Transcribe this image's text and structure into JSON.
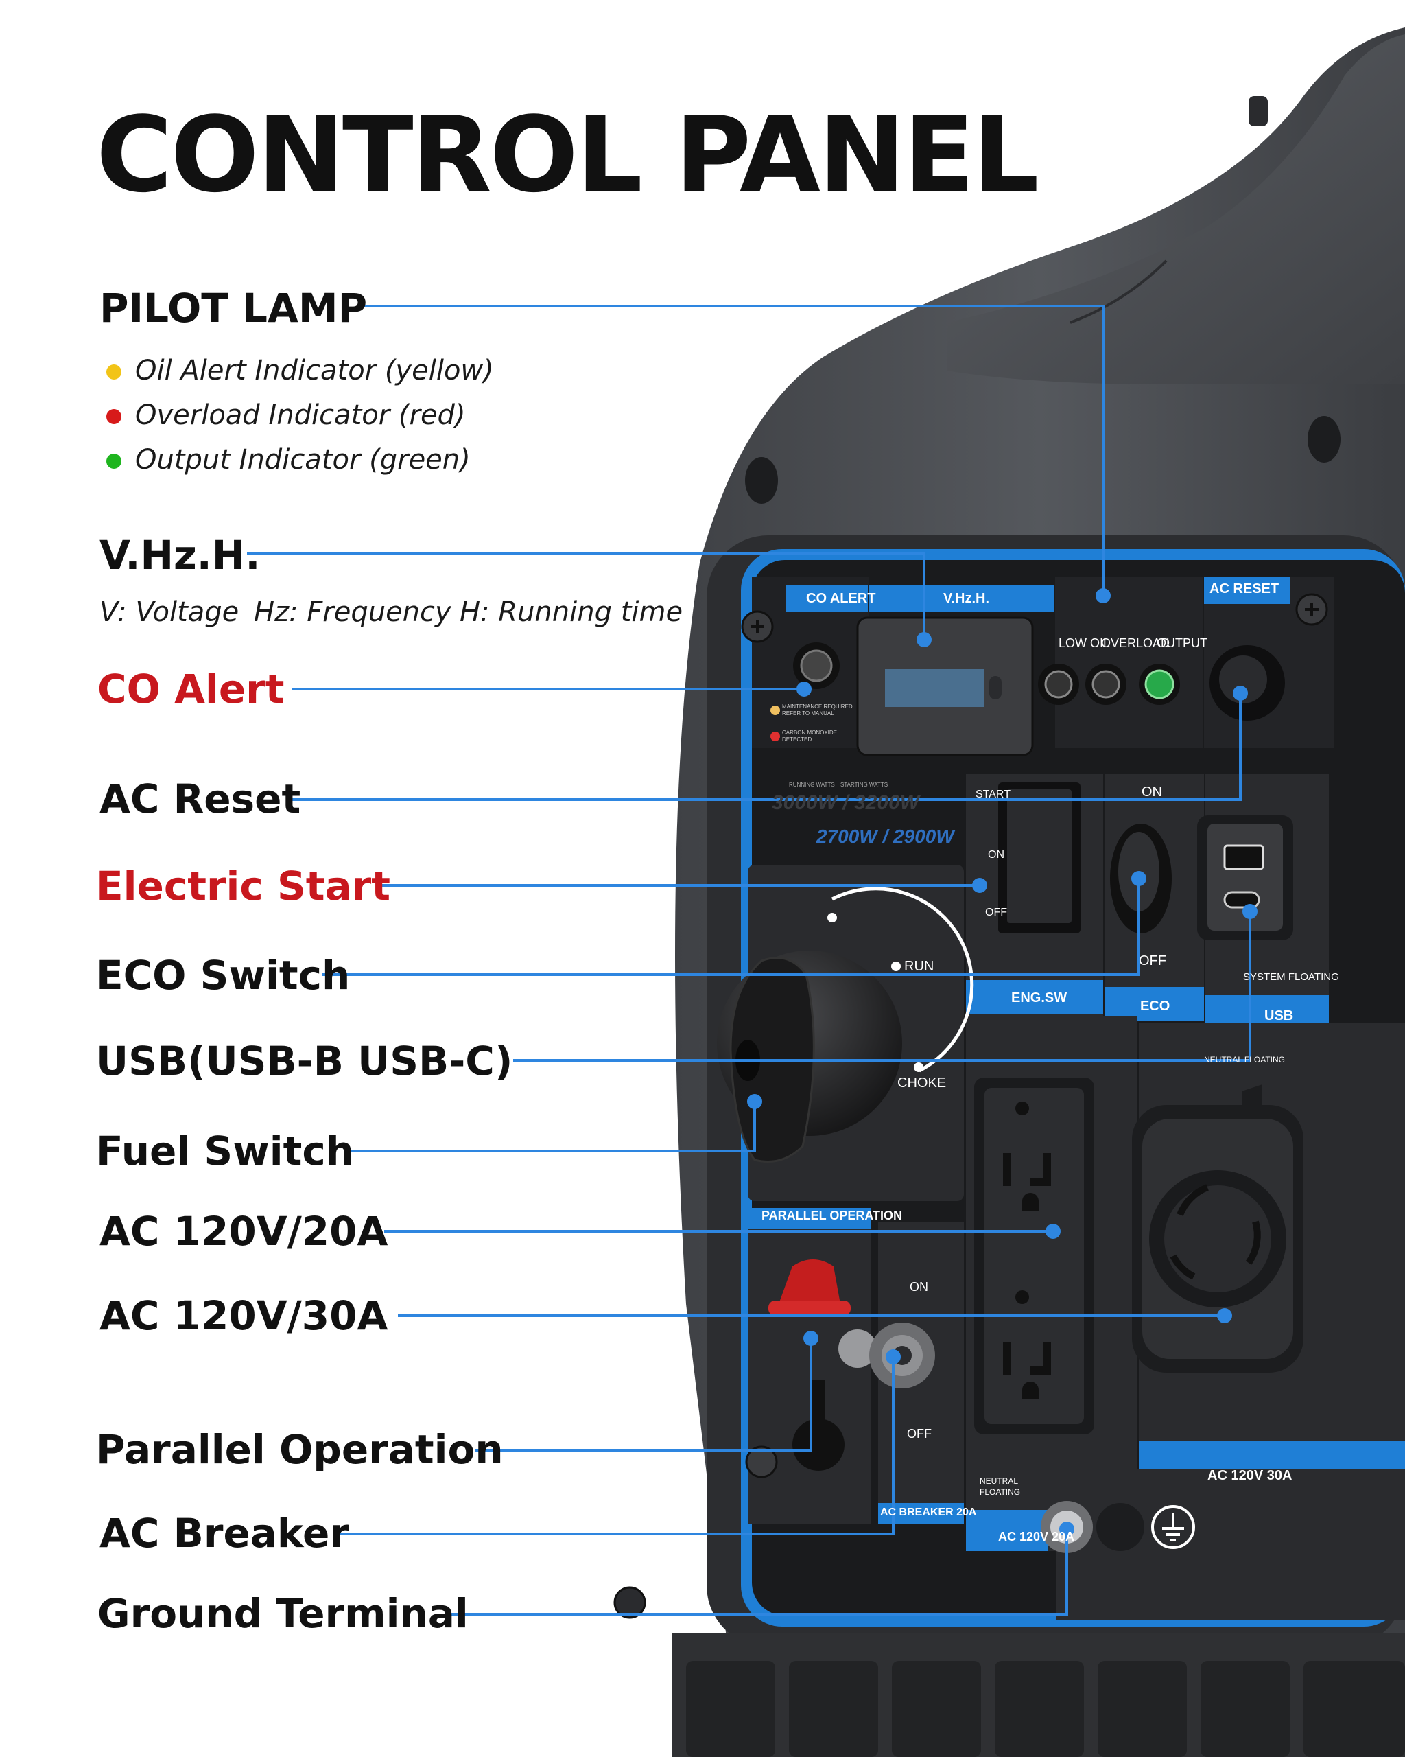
{
  "title": "CONTROL PANEL",
  "colors": {
    "leader": "#2e86e0",
    "accent_red": "#c8181e",
    "panel_blue": "#1f7fd6",
    "body_gray": "#4a4c50"
  },
  "pilot_lamp": {
    "label": "PILOT LAMP",
    "items": [
      {
        "text": "Oil Alert Indicator (yellow)",
        "color": "#f2c417"
      },
      {
        "text": "Overload Indicator (red)",
        "color": "#d71a1a"
      },
      {
        "text": "Output Indicator (green)",
        "color": "#1fb51f"
      }
    ]
  },
  "vhzh": {
    "label": "V.Hz.H.",
    "legend": {
      "v": "V: Voltage",
      "hz": "Hz: Frequency",
      "h": "H: Running time"
    }
  },
  "labels": {
    "co_alert": "CO Alert",
    "ac_reset": "AC Reset",
    "electric_start": "Electric Start",
    "eco_switch": "ECO Switch",
    "usb": "USB(USB-B USB-C)",
    "fuel_switch": "Fuel Switch",
    "ac20": "AC 120V/20A",
    "ac30": "AC 120V/30A",
    "parallel": "Parallel Operation",
    "breaker": "AC Breaker",
    "ground": "Ground Terminal"
  },
  "panel": {
    "co_alert": "CO ALERT",
    "vhzh": "V.Hz.H.",
    "ac_reset": "AC RESET",
    "low_oil": "LOW OIL",
    "overload": "OVERLOAD",
    "output": "OUTPUT",
    "maint1": "MAINTENANCE REQUIRED",
    "maint2": "REFER TO MANUAL",
    "co1": "CARBON MONOXIDE",
    "co2": "DETECTED",
    "running_watts": "RUNNING WATTS",
    "starting_watts": "STARTING WATTS",
    "watts_big": "3000W / 3200W",
    "watts_small": "2700W / 2900W",
    "start": "START",
    "on_short": "ON",
    "off_short": "OFF",
    "eng_sw": "ENG.SW",
    "eco_on": "ON",
    "eco_off": "OFF",
    "eco": "ECO",
    "usb": "USB",
    "system_floating": "SYSTEM FLOATING",
    "neutral_floating": "NEUTRAL FLOATING",
    "run": "RUN",
    "choke": "CHOKE",
    "parallel": "PARALLEL OPERATION",
    "breaker_on": "ON",
    "breaker_off": "OFF",
    "breaker": "AC BREAKER 20A",
    "neutral": "NEUTRAL",
    "floating": "FLOATING",
    "ac20": "AC 120V 20A",
    "ac30": "AC 120V 30A"
  }
}
